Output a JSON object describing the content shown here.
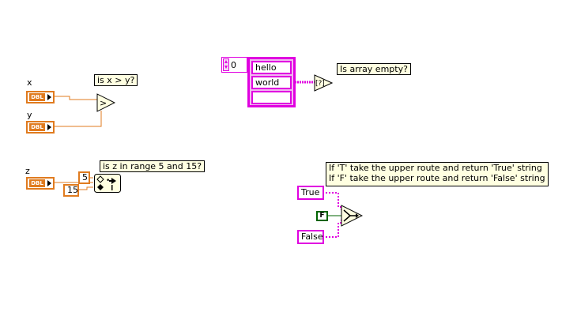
{
  "cmp_gt": {
    "x_label": "x",
    "y_label": "y",
    "x_type": "DBL",
    "y_type": "DBL",
    "comment": "is x > y?"
  },
  "in_range": {
    "z_label": "z",
    "z_type": "DBL",
    "upper_value": "5",
    "lower_value": "15",
    "comment": "is z in range 5 and 15?"
  },
  "array": {
    "index": "0",
    "items": [
      "hello",
      "world",
      ""
    ],
    "comment": "Is array empty?"
  },
  "select": {
    "comment_line1": "If 'T' take the upper route and return 'True' string",
    "comment_line2": "If 'F' take the upper route and return 'False' string",
    "true_string": "True",
    "false_string": "False",
    "bool_const": "F"
  },
  "colors": {
    "numeric_wire": "#e07b1f",
    "string_wire": "#e000e0",
    "boolean_wire": "#006400",
    "comment_bg": "#ffffe1"
  }
}
